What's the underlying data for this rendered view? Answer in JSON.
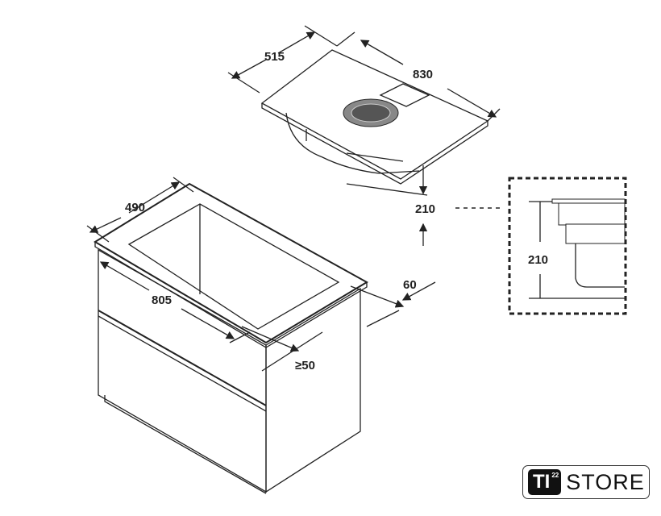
{
  "dimensions": {
    "hob_depth": "515",
    "hob_width": "830",
    "hob_height": "210",
    "cutout_depth": "490",
    "cutout_width": "805",
    "front_margin": "60",
    "rear_clearance": "≥50",
    "detail_height": "210"
  },
  "logo": {
    "mark": "TI",
    "superscript": "22",
    "name": "STORE"
  }
}
